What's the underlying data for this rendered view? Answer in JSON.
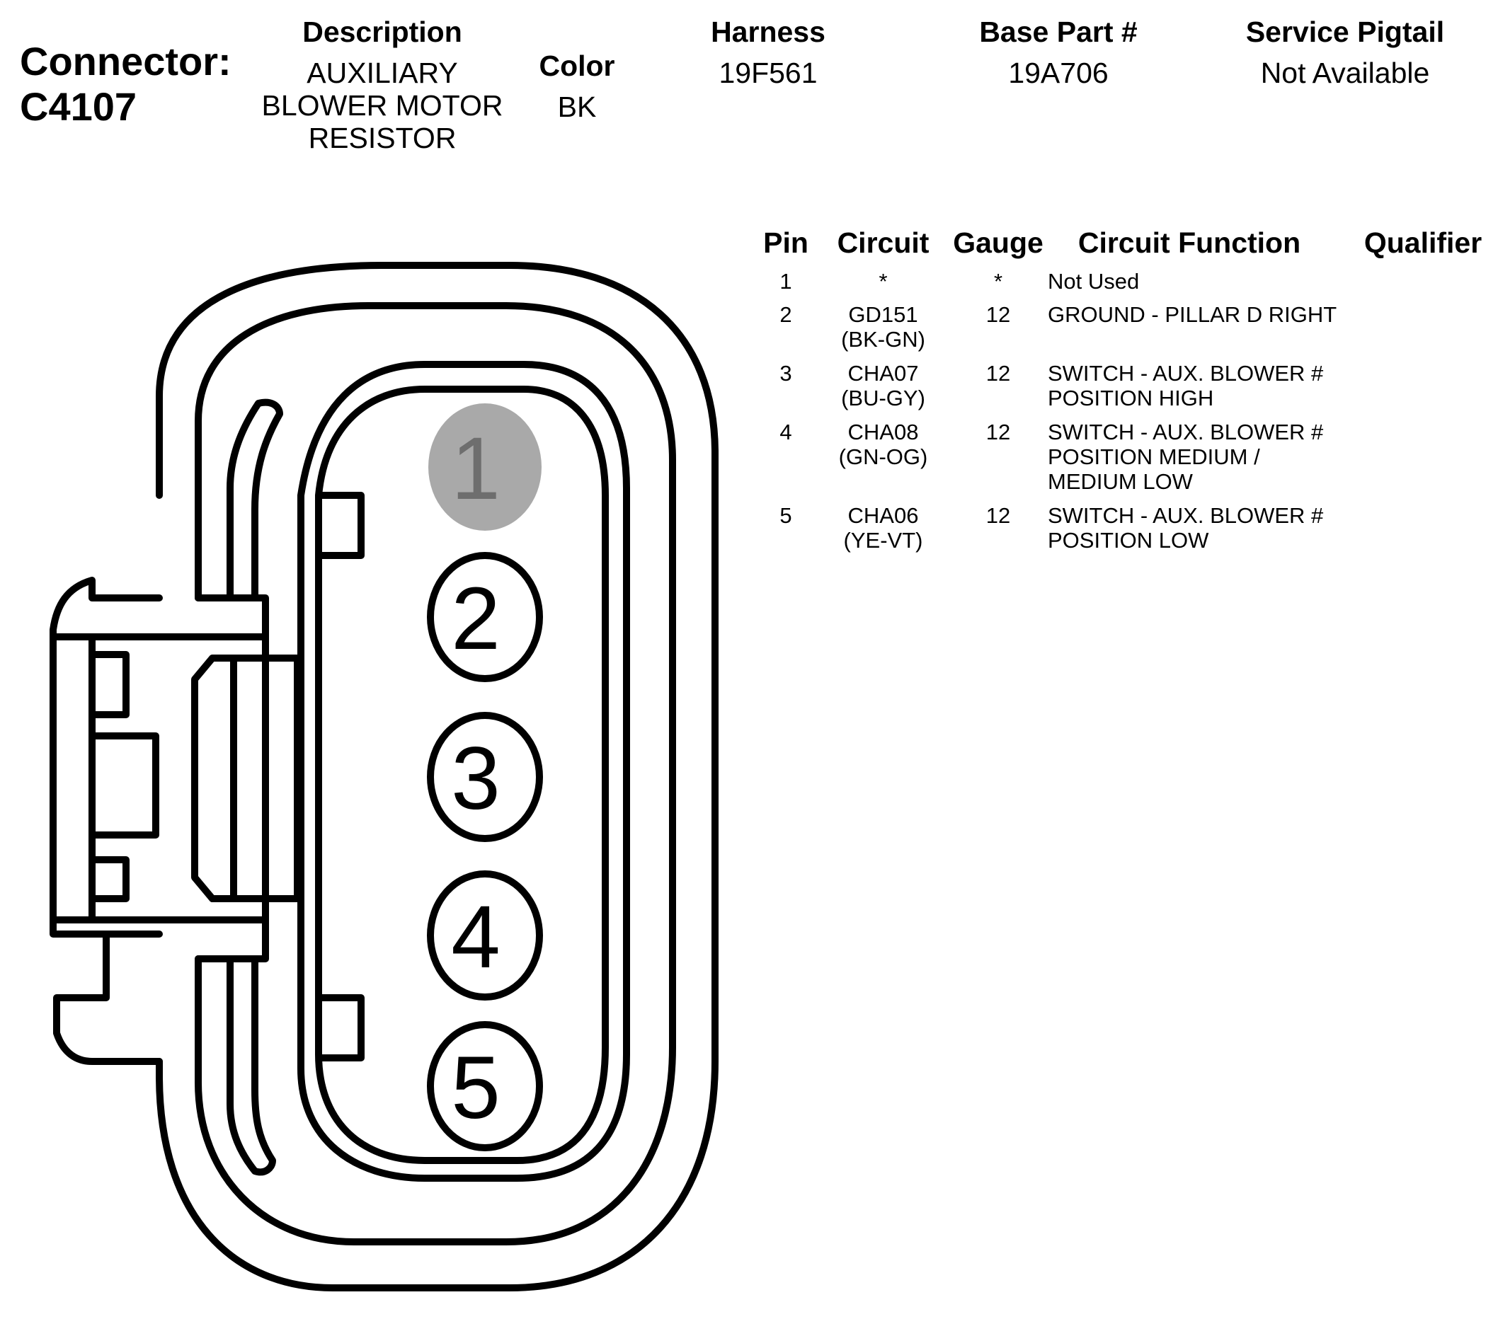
{
  "connector": {
    "label": "Connector:",
    "id": "C4107"
  },
  "header": {
    "description_label": "Description",
    "description_lines": [
      "AUXILIARY",
      "BLOWER MOTOR",
      "RESISTOR"
    ],
    "color_label": "Color",
    "color_value": "BK",
    "harness_label": "Harness",
    "harness_value": "19F561",
    "base_part_label": "Base Part #",
    "base_part_value": "19A706",
    "service_pigtail_label": "Service Pigtail",
    "service_pigtail_value": "Not Available"
  },
  "table": {
    "columns": [
      "Pin",
      "Circuit",
      "Gauge",
      "Circuit Function",
      "Qualifier"
    ],
    "rows": [
      {
        "pin": "1",
        "circuit": [
          "*"
        ],
        "gauge": "*",
        "function": [
          "Not Used"
        ],
        "qualifier": ""
      },
      {
        "pin": "2",
        "circuit": [
          "GD151",
          "(BK-GN)"
        ],
        "gauge": "12",
        "function": [
          "GROUND - PILLAR D RIGHT"
        ],
        "qualifier": ""
      },
      {
        "pin": "3",
        "circuit": [
          "CHA07",
          "(BU-GY)"
        ],
        "gauge": "12",
        "function": [
          "SWITCH - AUX. BLOWER #",
          "POSITION HIGH"
        ],
        "qualifier": ""
      },
      {
        "pin": "4",
        "circuit": [
          "CHA08",
          "(GN-OG)"
        ],
        "gauge": "12",
        "function": [
          "SWITCH - AUX. BLOWER #",
          "POSITION MEDIUM /",
          "MEDIUM LOW"
        ],
        "qualifier": ""
      },
      {
        "pin": "5",
        "circuit": [
          "CHA06",
          "(YE-VT)"
        ],
        "gauge": "12",
        "function": [
          "SWITCH - AUX. BLOWER #",
          "POSITION LOW"
        ],
        "qualifier": ""
      }
    ]
  },
  "diagram": {
    "pins": [
      {
        "label": "1",
        "state": "not-used"
      },
      {
        "label": "2",
        "state": "used"
      },
      {
        "label": "3",
        "state": "used"
      },
      {
        "label": "4",
        "state": "used"
      },
      {
        "label": "5",
        "state": "used"
      }
    ],
    "colors": {
      "outline": "#000000",
      "unused_pin_fill": "#a9a9a9",
      "unused_pin_text": "#6e6e6e",
      "background": "#ffffff"
    }
  }
}
